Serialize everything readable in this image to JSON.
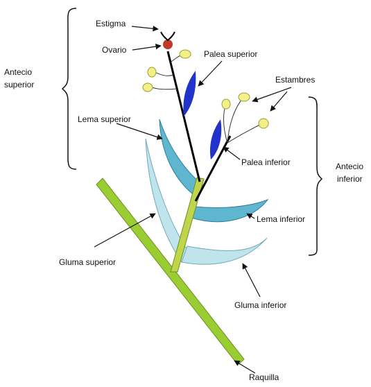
{
  "labels": {
    "estigma": "Estigma",
    "ovario": "Ovario",
    "palea_superior": "Palea superior",
    "estambres": "Estambres",
    "antecio_superior_1": "Antecio",
    "antecio_superior_2": "superior",
    "lema_superior": "Lema superior",
    "palea_inferior": "Palea inferior",
    "antecio_inferior_1": "Antecio",
    "antecio_inferior_2": "inferior",
    "lema_inferior": "Lema inferior",
    "gluma_superior": "Gluma superior",
    "gluma_inferior": "Gluma inferior",
    "raquilla": "Raquilla"
  },
  "colors": {
    "raquilla": "#9ACD32",
    "raquilla_stroke": "#6B8E23",
    "raquilla_inner": "#BFD64A",
    "lema": "#5FB7CF",
    "lema_stroke": "#2C7A9A",
    "gluma": "#BFE4EC",
    "gluma_stroke": "#6FA9B8",
    "palea": "#2233CC",
    "ovario": "#C0392B",
    "anther": "#F3F08A",
    "anther_stroke": "#9E9A30"
  }
}
